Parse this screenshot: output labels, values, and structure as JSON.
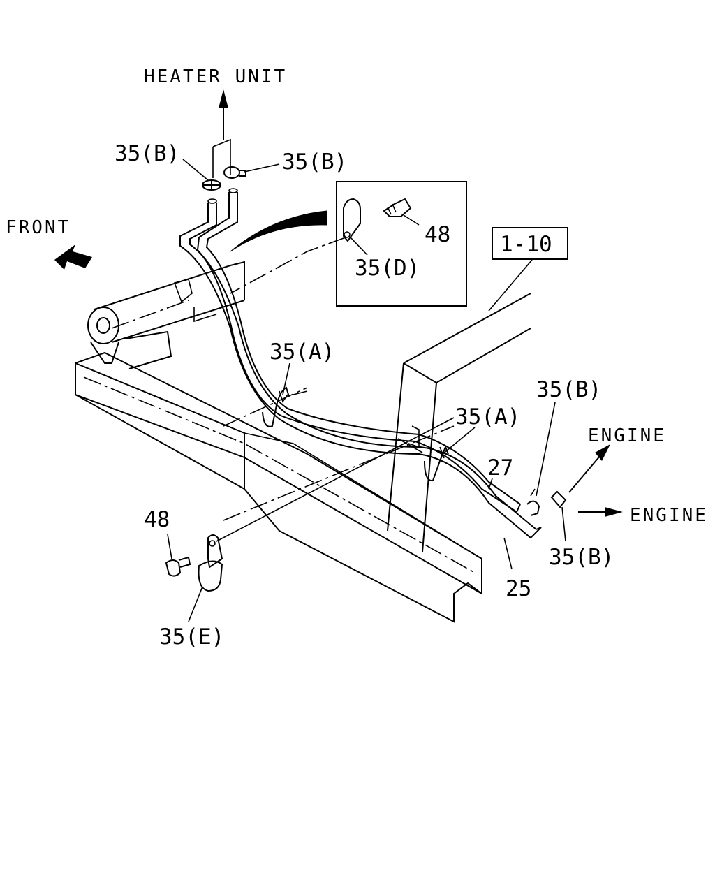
{
  "labels": {
    "heater_unit": "HEATER UNIT",
    "front": "FRONT",
    "engine_upper": "ENGINE",
    "engine_lower": "ENGINE",
    "clamp_b_top_left": "35(B)",
    "clamp_b_top_right": "35(B)",
    "clamp_b_right_upper": "35(B)",
    "clamp_b_right_lower": "35(B)",
    "clip_a_left": "35(A)",
    "clip_a_right": "35(A)",
    "clip_d": "35(D)",
    "clip_e": "35(E)",
    "bolt_upper": "48",
    "bolt_lower": "48",
    "hose_27": "27",
    "hose_25": "25",
    "ref_box": "1-10"
  }
}
